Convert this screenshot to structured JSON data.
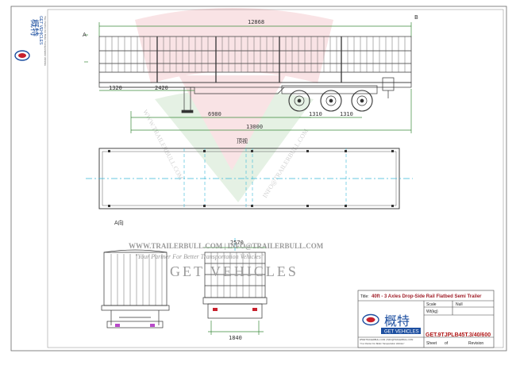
{
  "drawing": {
    "overall_length": "12868",
    "top_right_mark": "B",
    "dims_side": [
      "1320",
      "2420",
      "6980",
      "1310",
      "1310",
      "13000"
    ],
    "top_view_label": "顶视",
    "side_label_left": "A",
    "section_label": "A向",
    "width_dim": "2570",
    "track_dim": "1840"
  },
  "watermark": {
    "line1": "WWW.TRAILERBULL.COM  |  INFO@TRAILERBULL.COM",
    "line2": "\"Your Partner For Better Transportation Vehicles\"",
    "brand": "GET VEHICLES",
    "diag1": "WWW.TRAILERBULL.COM",
    "diag2": "INFO@TRAILERBULL.COM"
  },
  "left_logo": {
    "chinese": "概特",
    "brand": "GET VEHICLES",
    "tag": "Your Partner For Better Transportation Vehicles"
  },
  "title_block": {
    "title_label": "Title:",
    "title": "40ft - 3 Axles Drop-Side Rail Flatbed Semi Trailer",
    "scale_label": "Scale",
    "scale_value": "Null",
    "weight_label": "Wt(kg)",
    "logo_chinese": "概特",
    "logo_brand": "GET VEHICLES",
    "contact": "WWW.TRAILERBULL.COM  |  INFO@TRAILERBULL.COM",
    "motto": "\"Your Partner For Better Transportation Vehicles\"",
    "drawing_no": "GET.9TJPLB45T.3/40/600",
    "sheet_label": "Sheet",
    "of_label": "of",
    "revision_label": "Revision"
  },
  "colors": {
    "line": "#333333",
    "dim_green": "#3a8a3a",
    "center_cyan": "#36b7d8",
    "brand_red": "#c8202c",
    "brand_blue": "#1d4fa0",
    "watermark_red": "#d9323c",
    "watermark_green": "#3f9a3a"
  }
}
